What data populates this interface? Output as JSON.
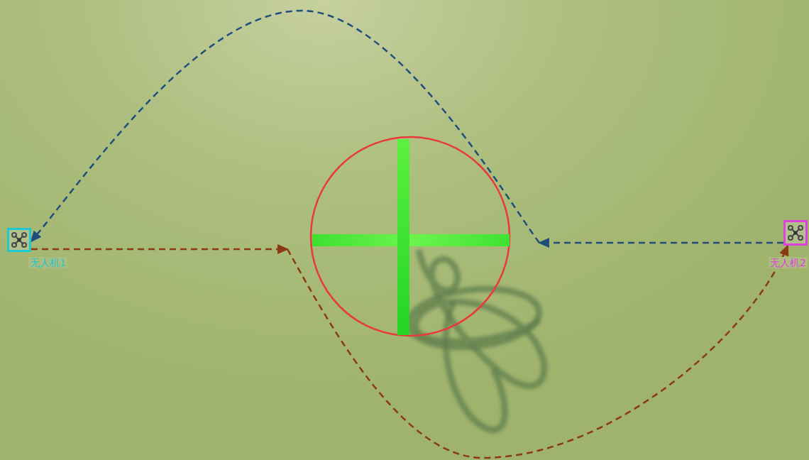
{
  "diagram": {
    "nodes": [
      {
        "text": [
          "无人机1"
        ]
      },
      {
        "text": [
          "无人机2"
        ]
      }
    ],
    "edges": [
      {
        "from": 0,
        "to": 1,
        "arrow": "to"
      },
      {
        "from": 1,
        "to": 0,
        "arrow": "to"
      }
    ]
  }
}
